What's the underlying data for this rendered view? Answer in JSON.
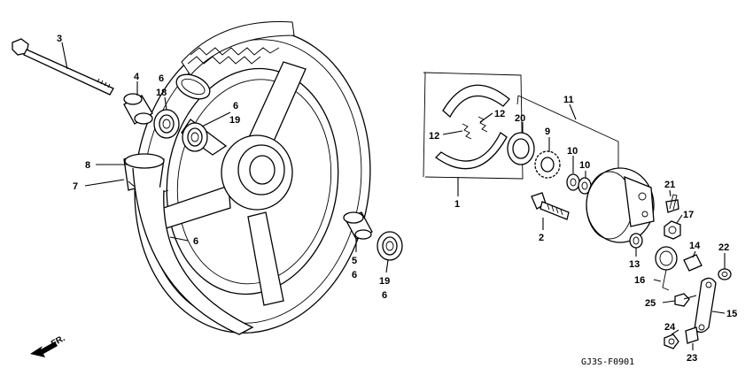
{
  "diagram_code": "GJ3S-F0901",
  "direction_label": "FR.",
  "callouts": [
    {
      "id": "c3",
      "text": "3"
    },
    {
      "id": "c4",
      "text": "4"
    },
    {
      "id": "c6a",
      "text": "6"
    },
    {
      "id": "c18",
      "text": "18"
    },
    {
      "id": "c6b",
      "text": "6"
    },
    {
      "id": "c19a",
      "text": "19"
    },
    {
      "id": "c8",
      "text": "8"
    },
    {
      "id": "c7",
      "text": "7"
    },
    {
      "id": "c6c",
      "text": "6"
    },
    {
      "id": "c5",
      "text": "5"
    },
    {
      "id": "c6d",
      "text": "6"
    },
    {
      "id": "c19b",
      "text": "19"
    },
    {
      "id": "c6e",
      "text": "6"
    },
    {
      "id": "c12a",
      "text": "12"
    },
    {
      "id": "c12b",
      "text": "12"
    },
    {
      "id": "c1",
      "text": "1"
    },
    {
      "id": "c20",
      "text": "20"
    },
    {
      "id": "c9",
      "text": "9"
    },
    {
      "id": "c11",
      "text": "11"
    },
    {
      "id": "c10a",
      "text": "10"
    },
    {
      "id": "c10b",
      "text": "10"
    },
    {
      "id": "c2",
      "text": "2"
    },
    {
      "id": "c13",
      "text": "13"
    },
    {
      "id": "c21",
      "text": "21"
    },
    {
      "id": "c17",
      "text": "17"
    },
    {
      "id": "c14",
      "text": "14"
    },
    {
      "id": "c22",
      "text": "22"
    },
    {
      "id": "c16",
      "text": "16"
    },
    {
      "id": "c25",
      "text": "25"
    },
    {
      "id": "c15",
      "text": "15"
    },
    {
      "id": "c24",
      "text": "24"
    },
    {
      "id": "c23",
      "text": "23"
    }
  ]
}
